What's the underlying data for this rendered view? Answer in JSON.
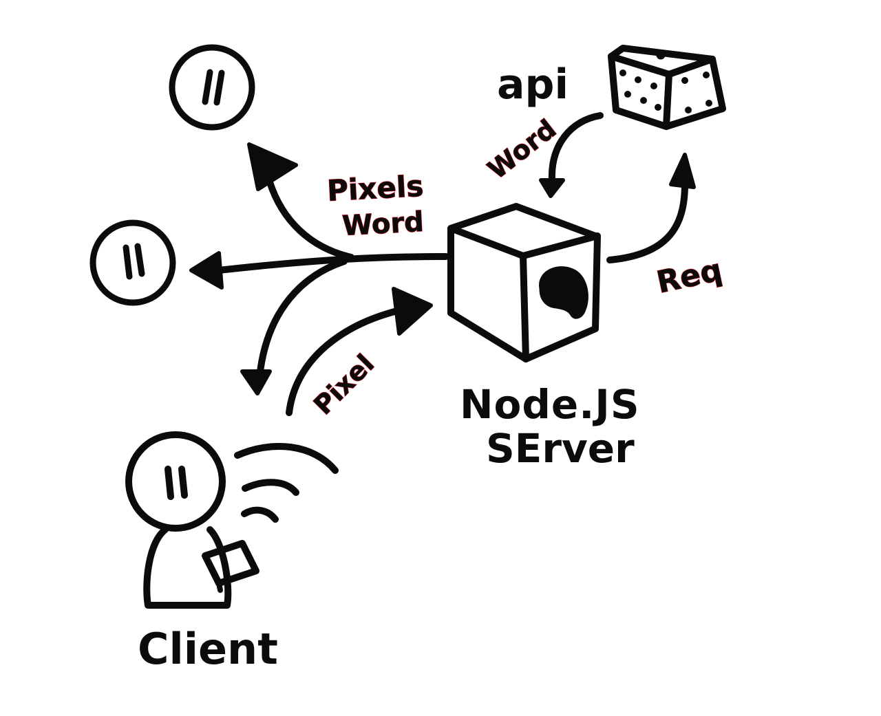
{
  "diagram": {
    "labels": {
      "pixels": "Pixels",
      "word_top": "Word",
      "word_api": "Word",
      "req": "Req",
      "api": "api",
      "pixel": "Pixel",
      "node_line1": "Node.JS",
      "node_line2": "SErver",
      "client": "Client"
    },
    "colors": {
      "ink": "#0b0b0b",
      "label_outline": "#c8101a",
      "background": "#ffffff"
    },
    "icons": [
      "user-face-icon",
      "server-cube-icon",
      "brain-icon",
      "dice-icon",
      "arrow-icon",
      "wifi-signal-icon",
      "phone-icon"
    ]
  }
}
